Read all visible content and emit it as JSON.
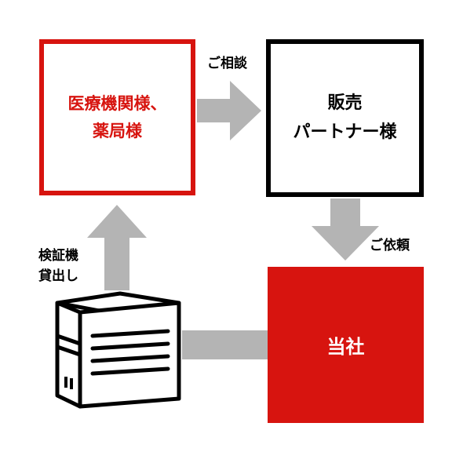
{
  "boxes": {
    "medical": {
      "line1": "医療機関様、",
      "line2": "薬局様"
    },
    "partner": {
      "line1": "販売",
      "line2": "パートナー様"
    },
    "company": {
      "label": "当社"
    }
  },
  "labels": {
    "consult": "ご相談",
    "request": "ご依頼",
    "lend_line1": "検証機",
    "lend_line2": "貸出し"
  },
  "icons": {
    "device": "server-device-icon"
  },
  "colors": {
    "accent_red": "#d7140f",
    "arrow_gray": "#b4b4b4",
    "stroke_black": "#000000"
  }
}
